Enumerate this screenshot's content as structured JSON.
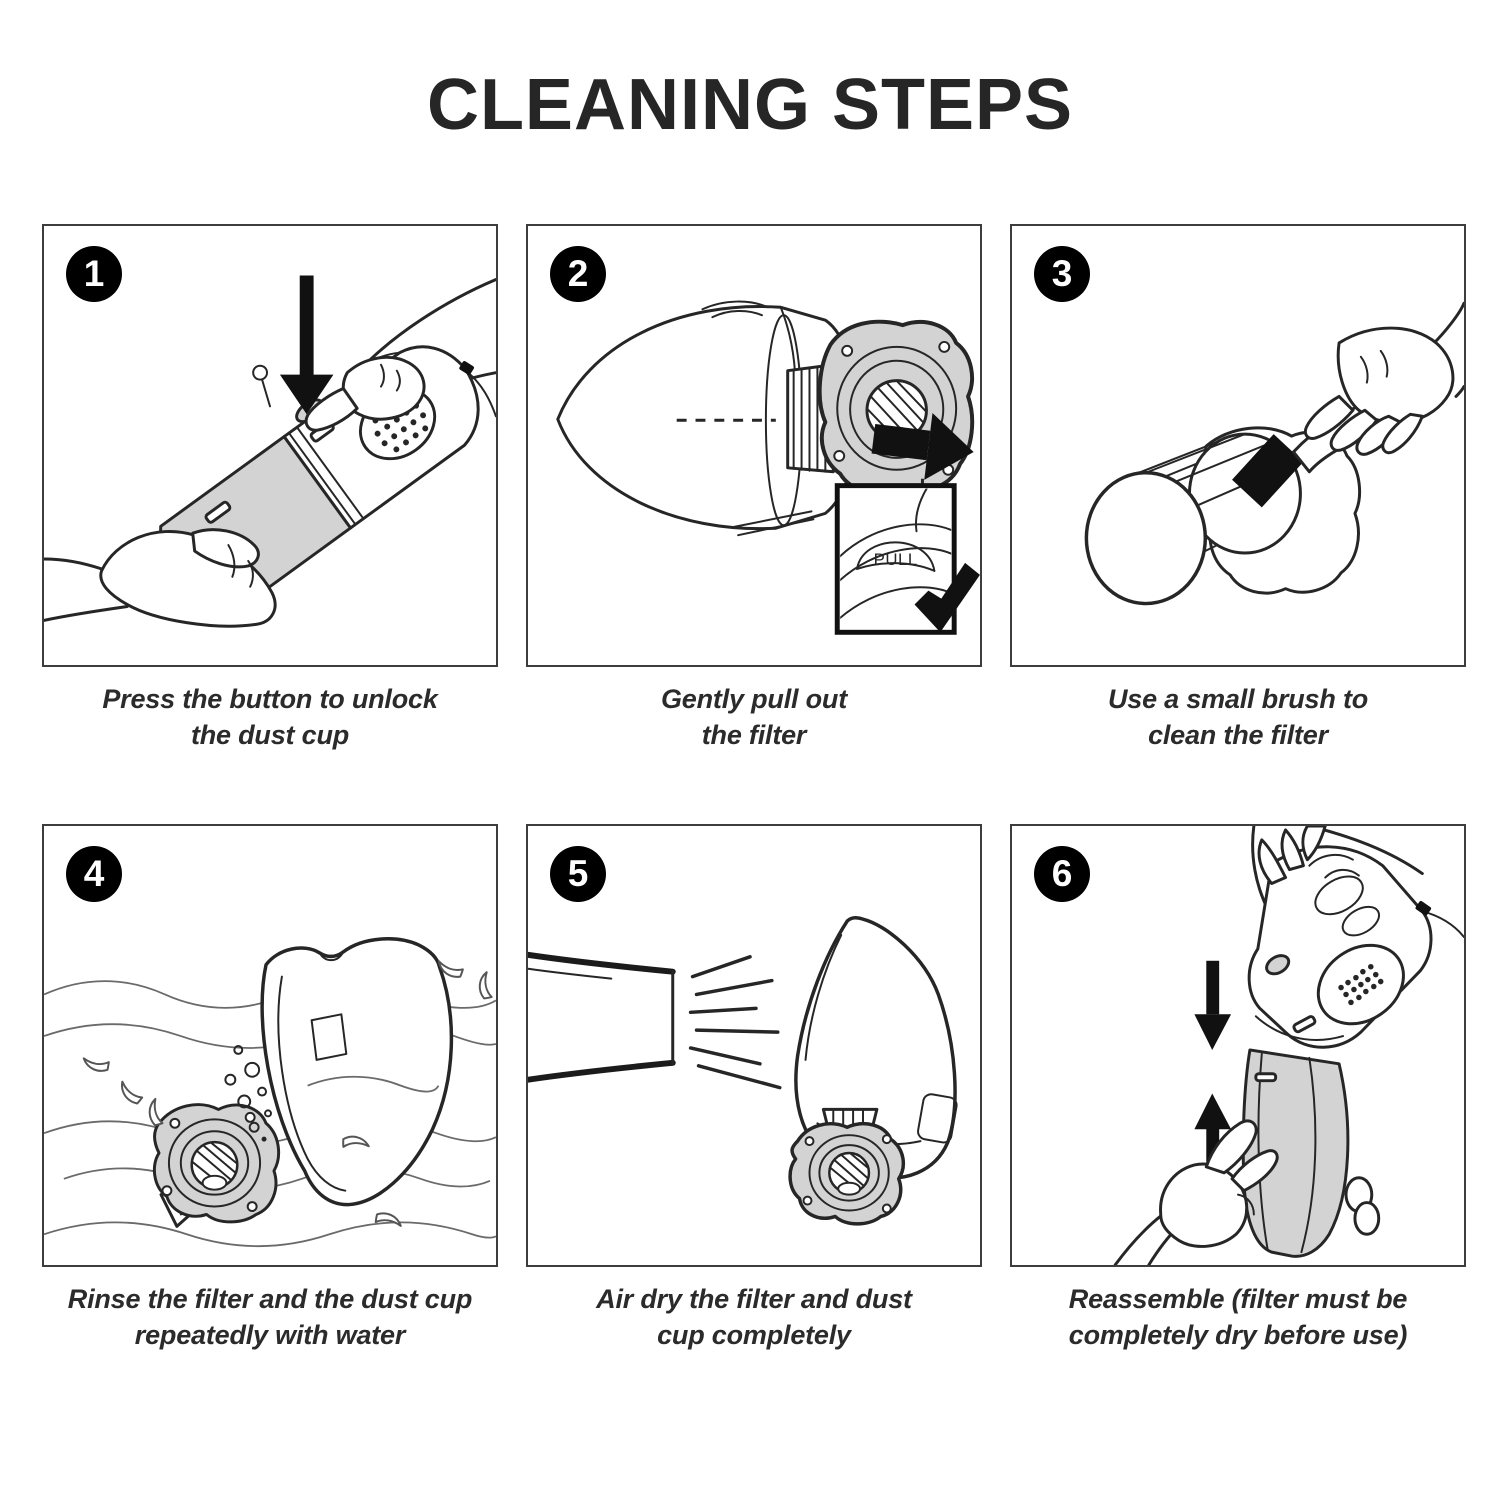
{
  "title": "CLEANING STEPS",
  "colors": {
    "line": "#262626",
    "gray_fill": "#d3d3d3",
    "badge_bg": "#000000",
    "badge_fg": "#ffffff",
    "caption_text": "#2b2b2b",
    "panel_border": "#3d3d3d"
  },
  "steps": [
    {
      "number": "1",
      "caption": "Press the button to unlock\nthe dust cup",
      "illustration": "press-button-to-unlock-dust-cup"
    },
    {
      "number": "2",
      "caption": "Gently pull out\nthe filter",
      "illustration": "pull-out-filter",
      "inset_label": "PULL"
    },
    {
      "number": "3",
      "caption": "Use a small brush to\nclean the filter",
      "illustration": "brush-clean-filter"
    },
    {
      "number": "4",
      "caption": "Rinse the filter and the dust cup\nrepeatedly with water",
      "illustration": "rinse-filter-and-dust-cup"
    },
    {
      "number": "5",
      "caption": "Air dry the filter and dust\ncup completely",
      "illustration": "air-dry-filter-and-dust-cup"
    },
    {
      "number": "6",
      "caption": "Reassemble (filter must be\ncompletely dry before use)",
      "illustration": "reassemble-vacuum"
    }
  ]
}
